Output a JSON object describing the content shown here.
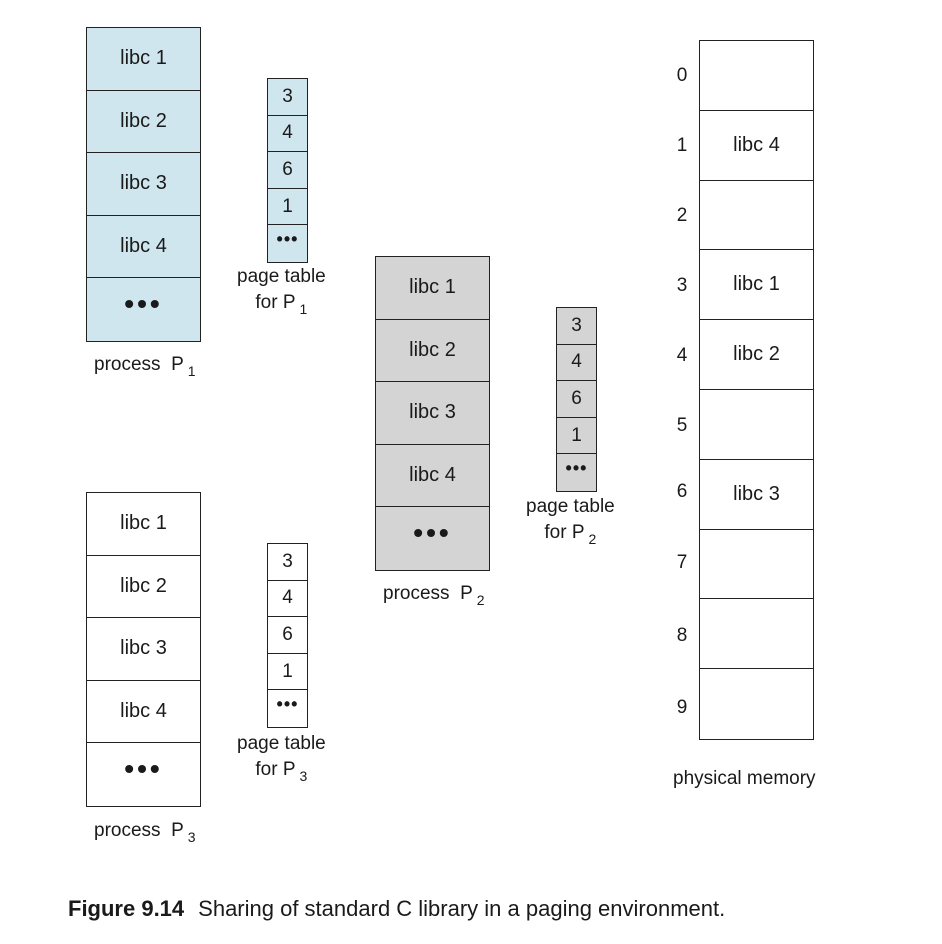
{
  "processes": [
    {
      "id": "p1",
      "pages": [
        "libc 1",
        "libc 2",
        "libc 3",
        "libc 4",
        "•••"
      ],
      "label": "process",
      "sub": "1",
      "fill": "#cfe6ef"
    },
    {
      "id": "p2",
      "pages": [
        "libc 1",
        "libc 2",
        "libc 3",
        "libc 4",
        "•••"
      ],
      "label": "process",
      "sub": "2",
      "fill": "#d4d4d4"
    },
    {
      "id": "p3",
      "pages": [
        "libc 1",
        "libc 2",
        "libc 3",
        "libc 4",
        "•••"
      ],
      "label": "process",
      "sub": "3",
      "fill": "#ffffff"
    }
  ],
  "page_tables": [
    {
      "id": "pt1",
      "entries": [
        "3",
        "4",
        "6",
        "1",
        "•••"
      ],
      "line1": "page table",
      "line2": "for P",
      "sub": "1"
    },
    {
      "id": "pt2",
      "entries": [
        "3",
        "4",
        "6",
        "1",
        "•••"
      ],
      "line1": "page table",
      "line2": "for P",
      "sub": "2"
    },
    {
      "id": "pt3",
      "entries": [
        "3",
        "4",
        "6",
        "1",
        "•••"
      ],
      "line1": "page table",
      "line2": "for P",
      "sub": "3"
    }
  ],
  "process_letter": "P",
  "physical_memory": {
    "frames": [
      "0",
      "1",
      "2",
      "3",
      "4",
      "5",
      "6",
      "7",
      "8",
      "9"
    ],
    "contents": [
      "",
      "libc 4",
      "",
      "libc 1",
      "libc 2",
      "",
      "libc 3",
      "",
      "",
      ""
    ],
    "label": "physical memory"
  },
  "caption": {
    "number": "Figure 9.14",
    "text": "Sharing of standard C library in a paging environment."
  }
}
